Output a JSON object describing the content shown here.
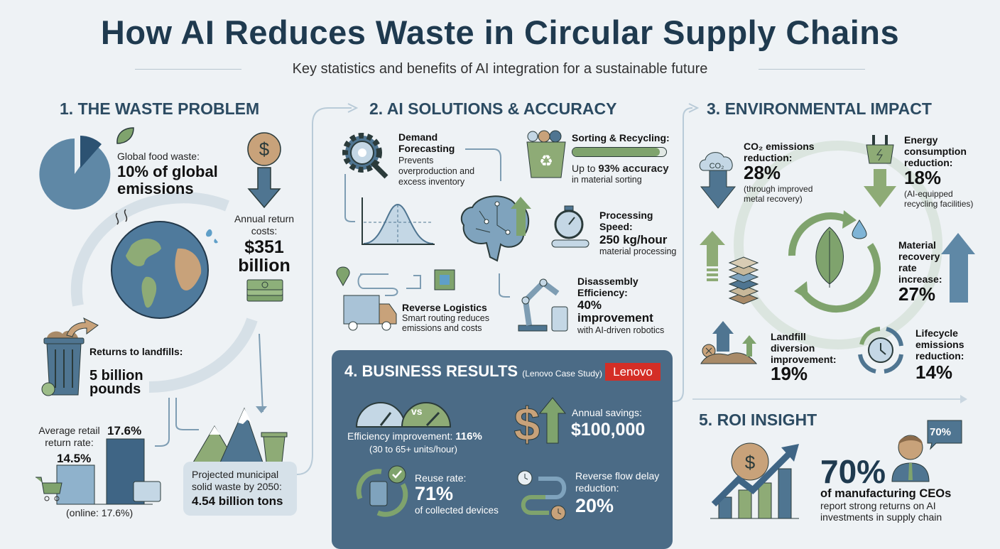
{
  "header": {
    "title": "How AI Reduces Waste in Circular Supply Chains",
    "subtitle": "Key statistics and benefits of AI integration for a sustainable future"
  },
  "colors": {
    "navy": "#1f3a4f",
    "blue": "#4f7591",
    "green": "#7fa36d",
    "tan": "#c8a27a",
    "panel": "#4b6b86",
    "lenovo_red": "#d42e26"
  },
  "s1": {
    "heading": "1. THE WASTE PROBLEM",
    "food_label": "Global food waste:",
    "food_value": "10% of global emissions",
    "food_share_percent": 10,
    "return_cost_label": "Annual return costs:",
    "return_cost_value": "$351 billion",
    "landfill_label": "Returns to landfills:",
    "landfill_value": "5 billion pounds",
    "retail_label": "Average retail return rate:",
    "retail_value": "14.5%",
    "online_value": "17.6%",
    "online_note": "(online: 17.6%)",
    "msw_label": "Projected municipal solid waste by 2050:",
    "msw_value": "4.54 billion tons"
  },
  "s2": {
    "heading": "2. AI SOLUTIONS & ACCURACY",
    "demand_title": "Demand Forecasting",
    "demand_desc": "Prevents overproduction and excess inventory",
    "sorting_title": "Sorting & Recycling:",
    "sorting_accuracy_percent": 93,
    "sorting_pre": "Up to ",
    "sorting_value": "93% accuracy",
    "sorting_post": "in material sorting",
    "speed_title": "Processing Speed:",
    "speed_value": "250 kg/hour",
    "speed_desc": "material processing",
    "logistics_title": "Reverse Logistics",
    "logistics_desc": "Smart routing reduces emissions and costs",
    "disassembly_title": "Disassembly Efficiency:",
    "disassembly_value": "40% improvement",
    "disassembly_desc": "with AI-driven robotics"
  },
  "s3": {
    "heading": "3. ENVIRONMENTAL IMPACT",
    "co2_label": "CO₂ emissions reduction:",
    "co2_value": "28%",
    "co2_note": "(through improved metal recovery)",
    "co2_icon_text": "CO₂",
    "energy_label": "Energy consumption reduction:",
    "energy_value": "18%",
    "energy_note": "(AI-equipped recycling facilities)",
    "material_label": "Material recovery rate increase:",
    "material_value": "27%",
    "landfill_label": "Landfill diversion improvement:",
    "landfill_value": "19%",
    "lifecycle_label": "Lifecycle emissions reduction:",
    "lifecycle_value": "14%"
  },
  "s4": {
    "heading": "4. BUSINESS RESULTS",
    "case": "(Lenovo Case Study)",
    "brand": "Lenovo",
    "vs": "vs",
    "eff_label": "Efficiency improvement: ",
    "eff_value": "116%",
    "eff_note": "(30 to 65+ units/hour)",
    "savings_label": "Annual savings:",
    "savings_value": "$100,000",
    "reuse_label": "Reuse rate:",
    "reuse_value": "71%",
    "reuse_note": "of collected devices",
    "delay_label": "Reverse flow delay reduction:",
    "delay_value": "20%"
  },
  "s5": {
    "heading": "5. ROI INSIGHT",
    "value": "70%",
    "bubble": "70%",
    "line1": "of manufacturing CEOs",
    "line2": "report strong returns on AI investments in supply chain"
  }
}
